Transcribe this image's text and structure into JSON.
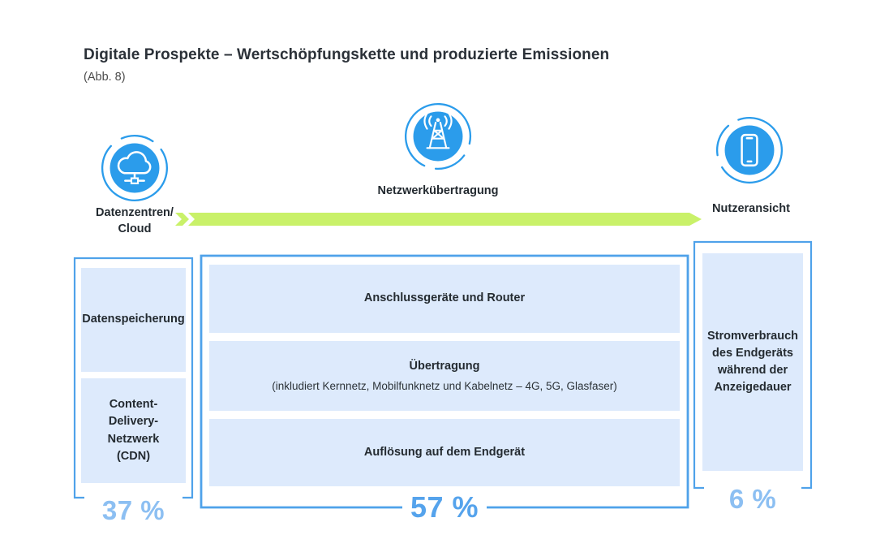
{
  "title": "Digitale Prospekte – Wertschöpfungskette und produzierte Emissionen",
  "figure_label": "(Abb. 8)",
  "stages": [
    {
      "id": "datacenter",
      "icon": "cloud-network-icon",
      "label": "Datenzentren/\nCloud"
    },
    {
      "id": "network",
      "icon": "radio-tower-icon",
      "label": "Netzwerkübertragung"
    },
    {
      "id": "user",
      "icon": "smartphone-icon",
      "label": "Nutzeransicht"
    }
  ],
  "flow_arrow": {
    "direction": "left-to-right",
    "color": "#c9f169"
  },
  "groups": [
    {
      "id": "datacenter-group",
      "percent": "37 %",
      "boxes": [
        {
          "title": "Datenspeicherung"
        },
        {
          "title": "Content-Delivery-Netzwerk (CDN)"
        }
      ]
    },
    {
      "id": "network-group",
      "percent": "57 %",
      "boxes": [
        {
          "title": "Anschlussgeräte und Router"
        },
        {
          "title": "Übertragung",
          "note": "(inkludiert Kernnetz, Mobilfunknetz und Kabelnetz – 4G, 5G, Glasfaser)"
        },
        {
          "title": "Auflösung auf dem Endgerät"
        }
      ]
    },
    {
      "id": "user-group",
      "percent": "6 %",
      "boxes": [
        {
          "title": "Stromverbrauch des Endgeräts während der Anzeigedauer"
        }
      ]
    }
  ],
  "colors": {
    "icon_blue": "#2b9ceb",
    "bracket_blue": "#4fa2ea",
    "box_fill": "#ddeafc",
    "arrow_green": "#c9f169",
    "percent_strong": "#55a3ec",
    "percent_light": "#8cbff2",
    "text_dark": "#242b31"
  }
}
